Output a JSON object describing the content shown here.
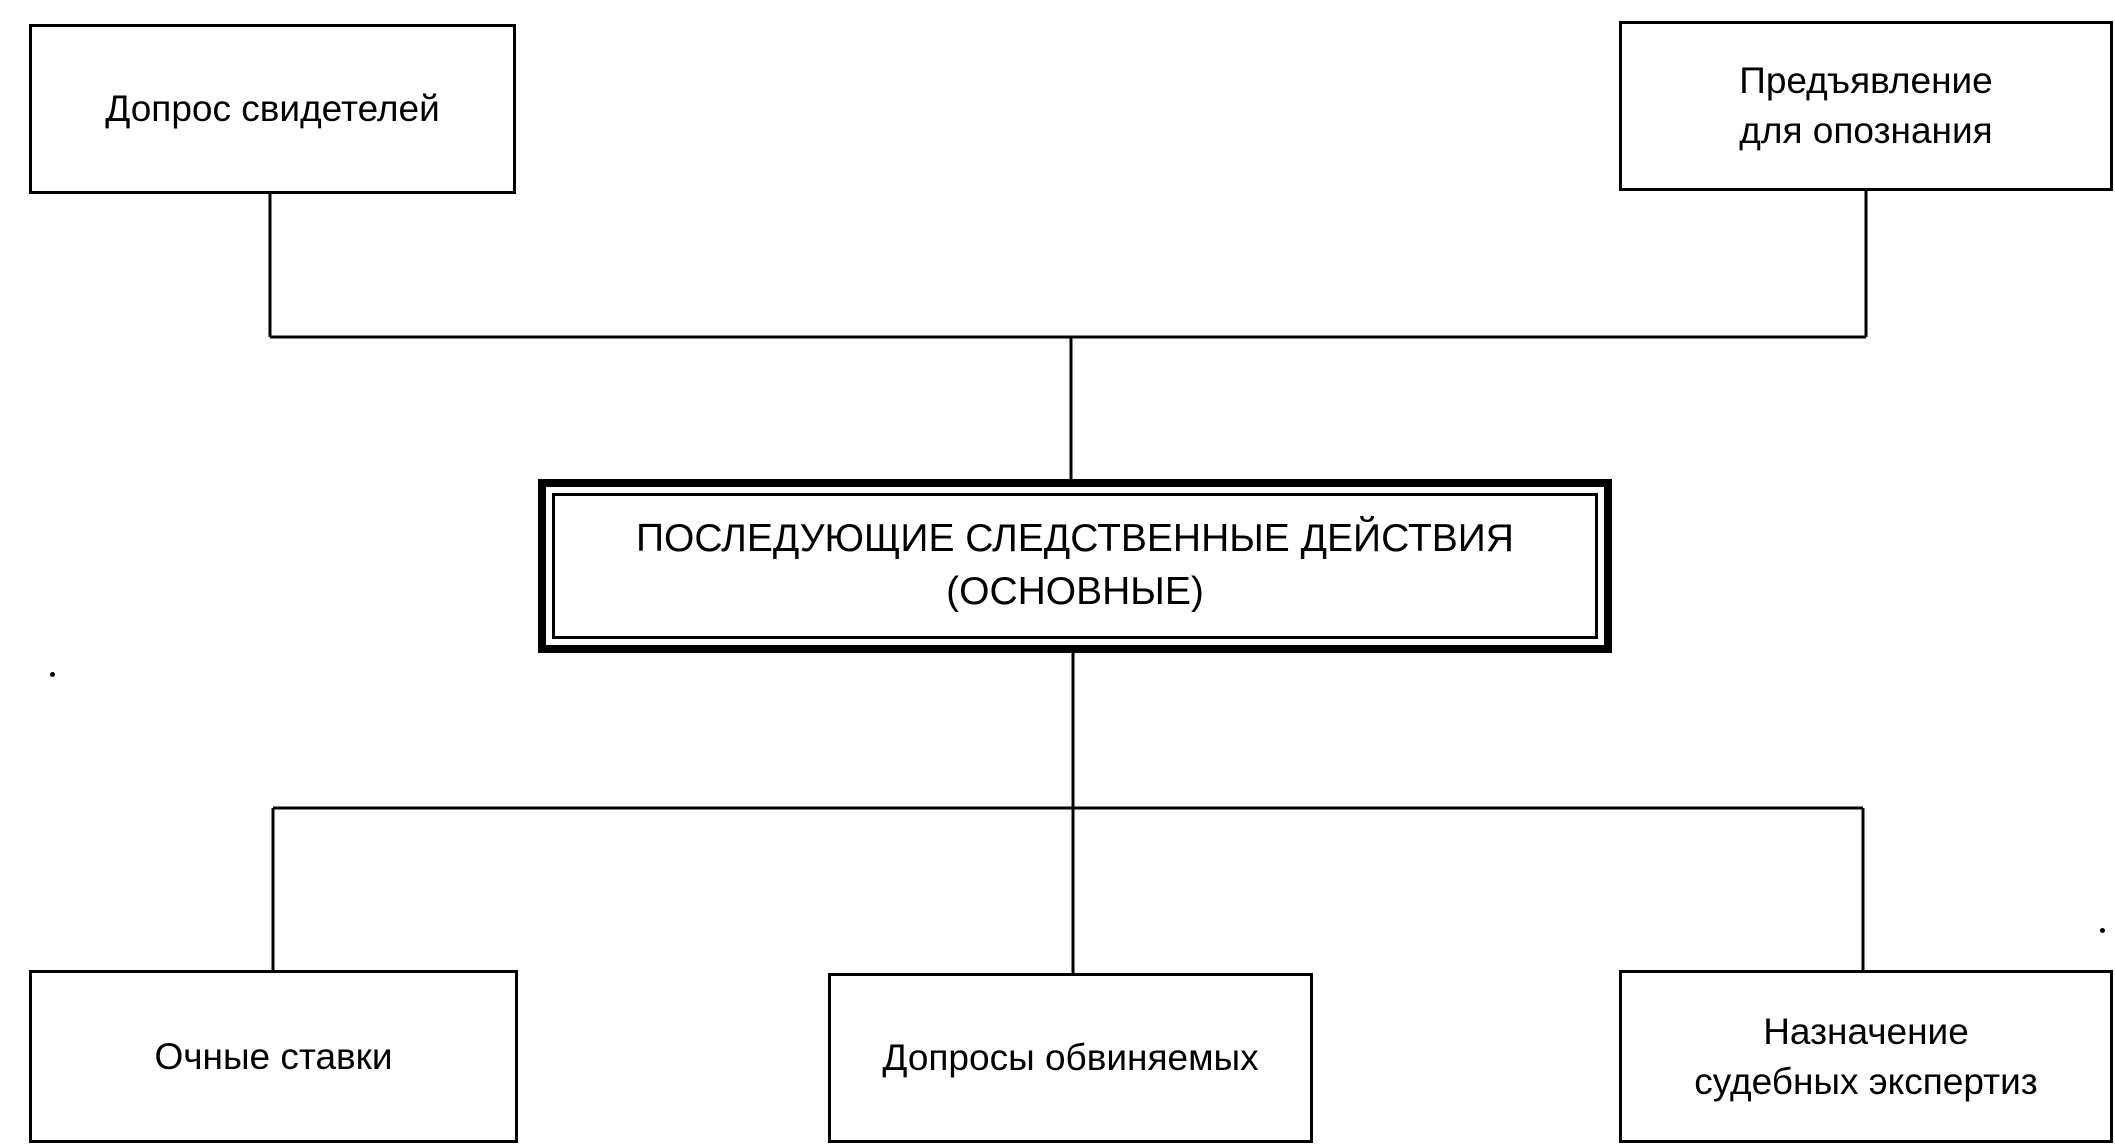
{
  "diagram": {
    "center": {
      "label": "ПОСЛЕДУЮЩИЕ СЛЕДСТВЕННЫЕ ДЕЙСТВИЯ\n(ОСНОВНЫЕ)"
    },
    "top_left": {
      "label": "Допрос свидетелей"
    },
    "top_right": {
      "label": "Предъявление\nдля опознания"
    },
    "bottom_left": {
      "label": "Очные ставки"
    },
    "bottom_middle": {
      "label": "Допросы обвиняемых"
    },
    "bottom_right": {
      "label": "Назначение\nсудебных экспертиз"
    }
  },
  "colors": {
    "line": "#000000",
    "background": "#ffffff"
  }
}
